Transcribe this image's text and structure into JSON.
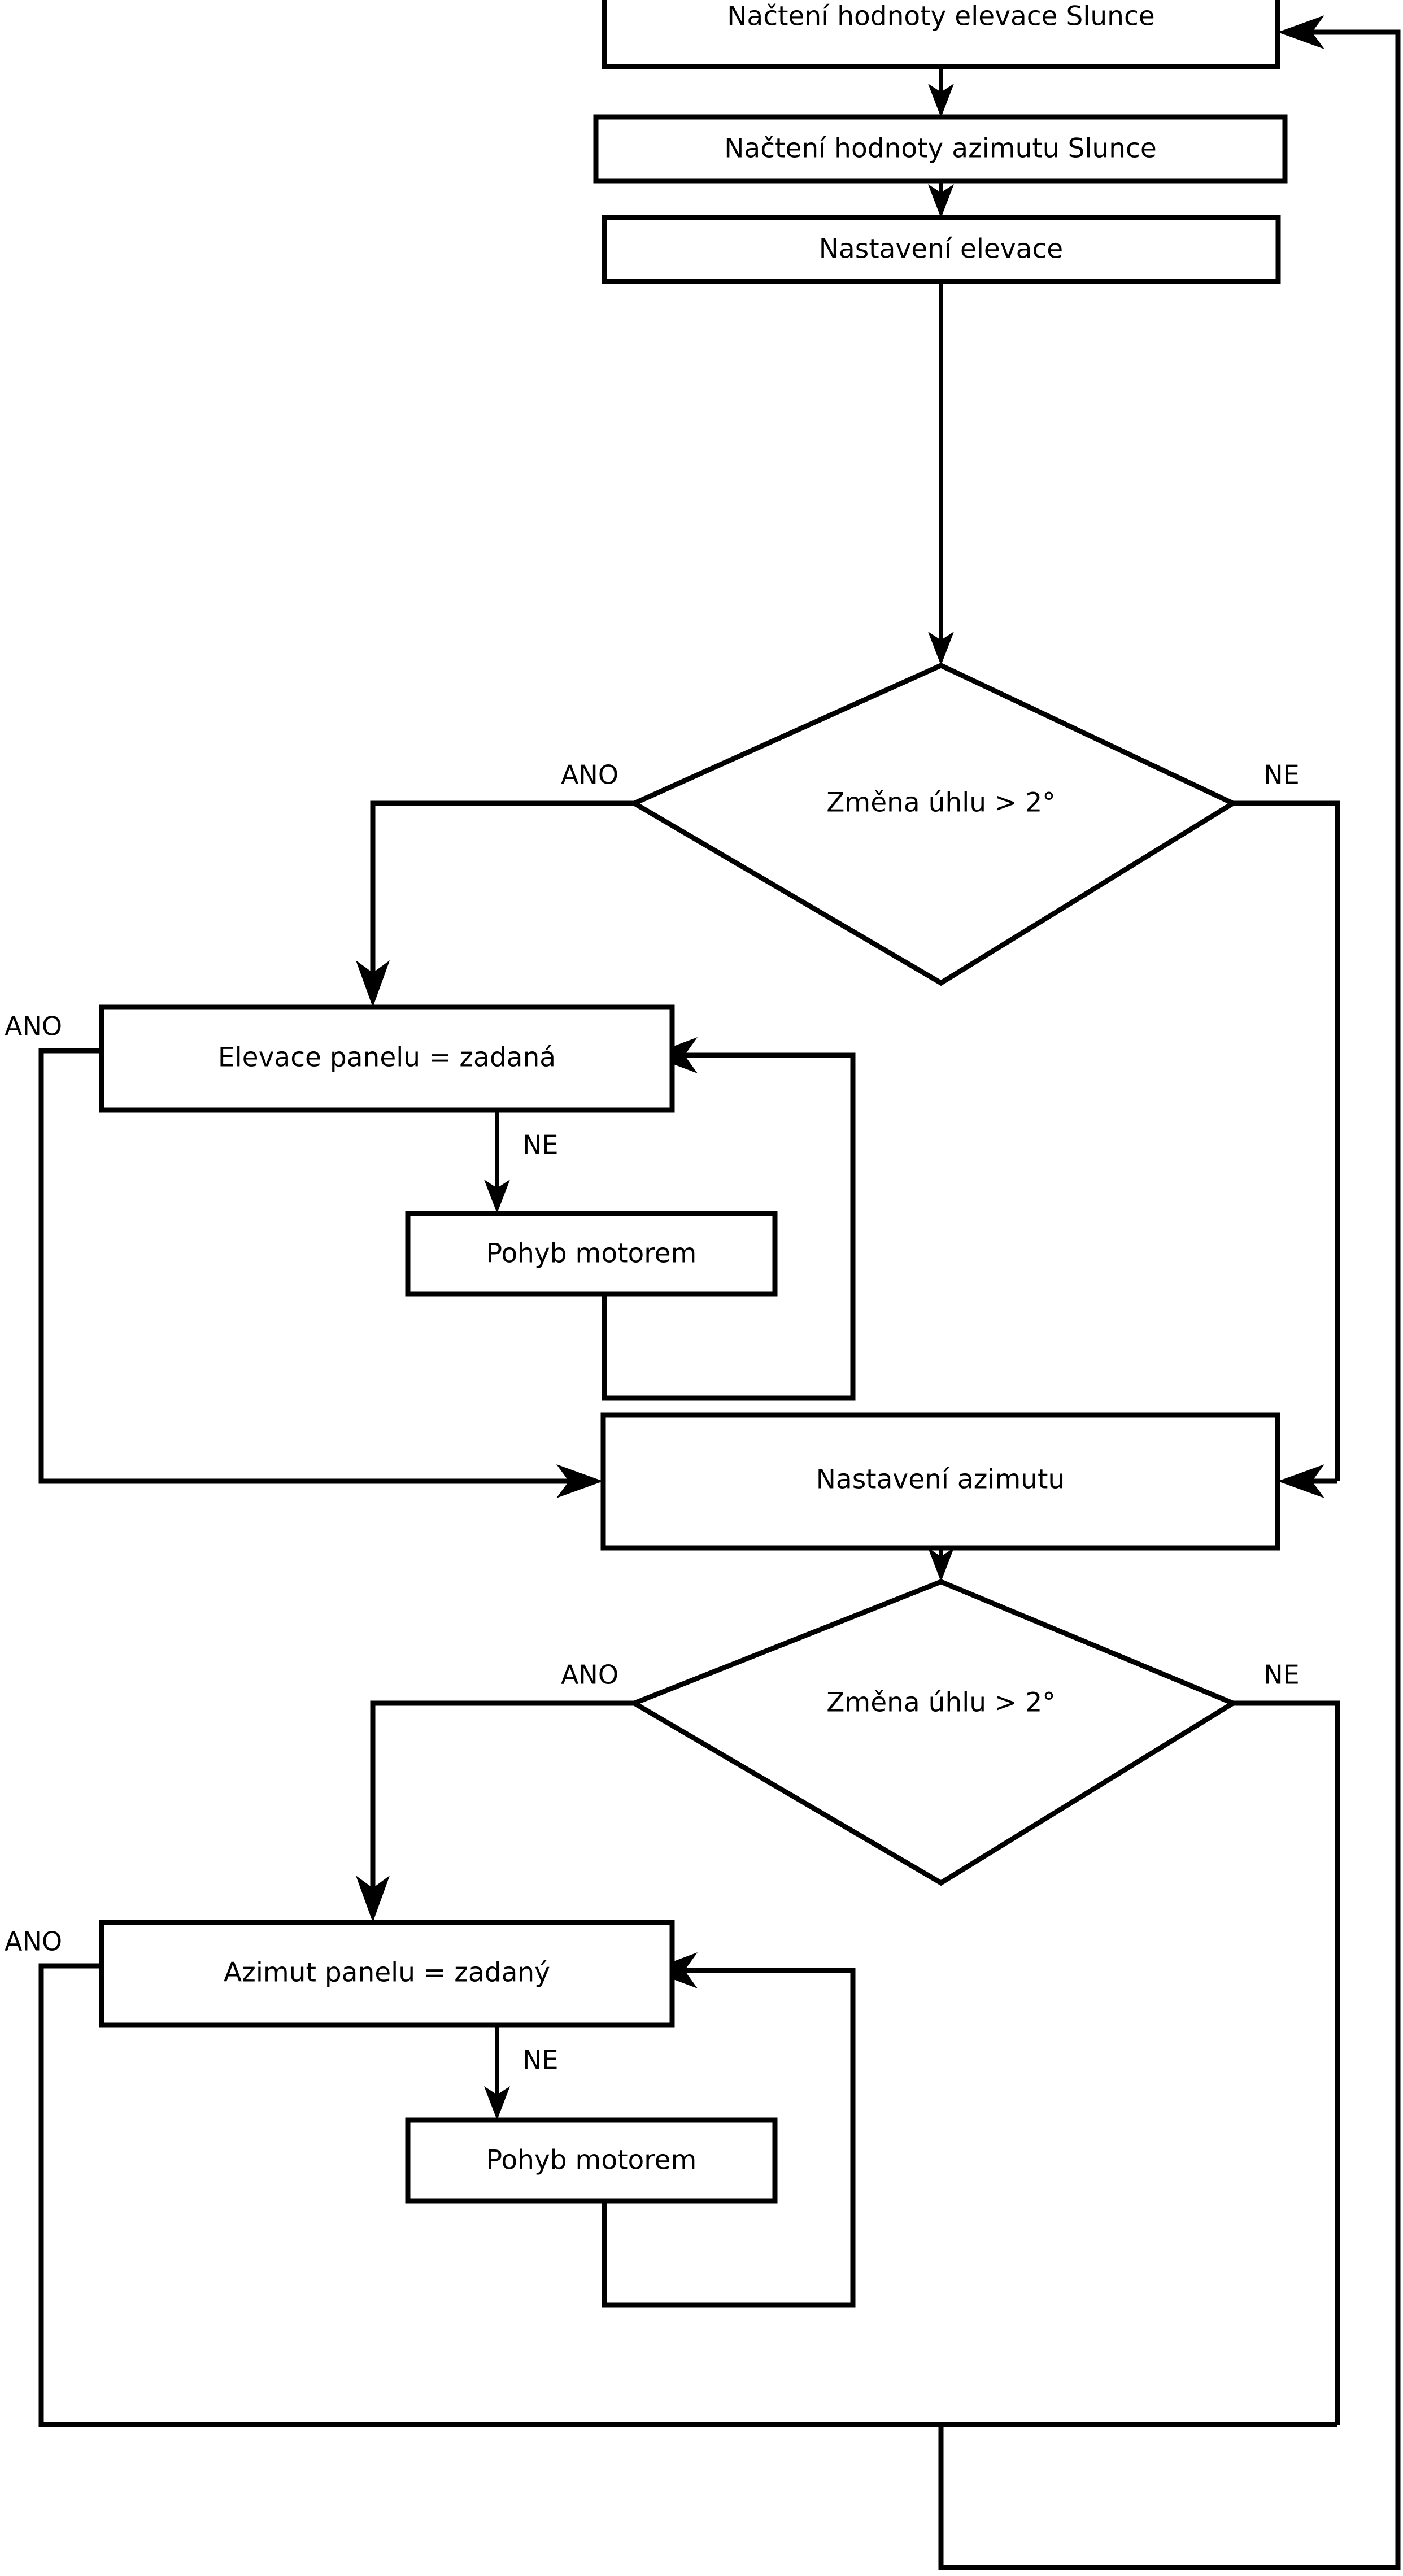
{
  "diagram": {
    "title": "Vyvojovy diagram rizeni solarniho trackeru",
    "language": "cs",
    "background_color": "#ffffff",
    "line_color": "#000000",
    "fill_color": "#ffffff"
  },
  "nodes": {
    "read_elevation": {
      "label": "Načtení hodnoty elevace Slunce",
      "shape": "process"
    },
    "read_azimuth": {
      "label": "Načtení hodnoty azimutu Slunce",
      "shape": "process"
    },
    "set_elevation": {
      "label": "Nastavení elevace",
      "shape": "process"
    },
    "decision_elevation": {
      "label": "Změna úhlu > 2°",
      "shape": "decision"
    },
    "panel_elevation": {
      "label": "Elevace panelu = zadaná",
      "shape": "process"
    },
    "motor_move_elevation": {
      "label": "Pohyb motorem",
      "shape": "process"
    },
    "set_azimuth": {
      "label": "Nastavení azimutu",
      "shape": "process"
    },
    "decision_azimuth": {
      "label": "Změna úhlu > 2°",
      "shape": "decision"
    },
    "panel_azimuth": {
      "label": "Azimut panelu = zadaný",
      "shape": "process"
    },
    "motor_move_azimuth": {
      "label": "Pohyb motorem",
      "shape": "process"
    }
  },
  "edge_labels": {
    "elev_decision_yes": "ANO",
    "elev_decision_no": "NE",
    "elev_panel_yes": "ANO",
    "elev_panel_no": "NE",
    "azim_decision_yes": "ANO",
    "azim_decision_no": "NE",
    "azim_panel_yes": "ANO",
    "azim_panel_no": "NE"
  }
}
